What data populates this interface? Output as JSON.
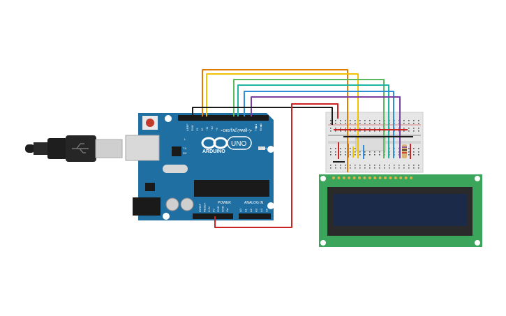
{
  "canvas": {
    "background": "#ffffff"
  },
  "arduino": {
    "logo_text": "ARDUINO",
    "model_text": "UNO",
    "digital_label": "DIGITAL (PWM~)",
    "power_label": "POWER",
    "analog_label": "ANALOG IN",
    "on_label": "ON",
    "tx_label": "TX",
    "rx_label": "RX",
    "l_label": "L",
    "board_color": "#1f6fa3",
    "digital_pins": [
      "AREF",
      "GND",
      "13",
      "12",
      "~11",
      "~10",
      "~9",
      "8",
      "7",
      "~6",
      "~5",
      "4",
      "~3",
      "2",
      "TX▶1",
      "RX◀0"
    ],
    "power_pins": [
      "IOREF",
      "RESET",
      "3.3V",
      "5V",
      "GND",
      "GND",
      "Vin"
    ],
    "analog_pins": [
      "A0",
      "A1",
      "A2",
      "A3",
      "A4",
      "A5"
    ]
  },
  "lcd": {
    "pcb_color": "#3aa55b",
    "screen_color": "#1c2a4a",
    "pin_count": 16
  },
  "wires": {
    "colors": {
      "orange": "#e07b00",
      "yellow": "#f2c200",
      "green": "#5cb85c",
      "teal": "#1fb5a5",
      "blue": "#2f8fd6",
      "purple": "#7a3fa0",
      "black": "#1a1a1a",
      "red": "#cc2222"
    }
  },
  "usb_cable": {
    "color": "#1e1e1e"
  }
}
